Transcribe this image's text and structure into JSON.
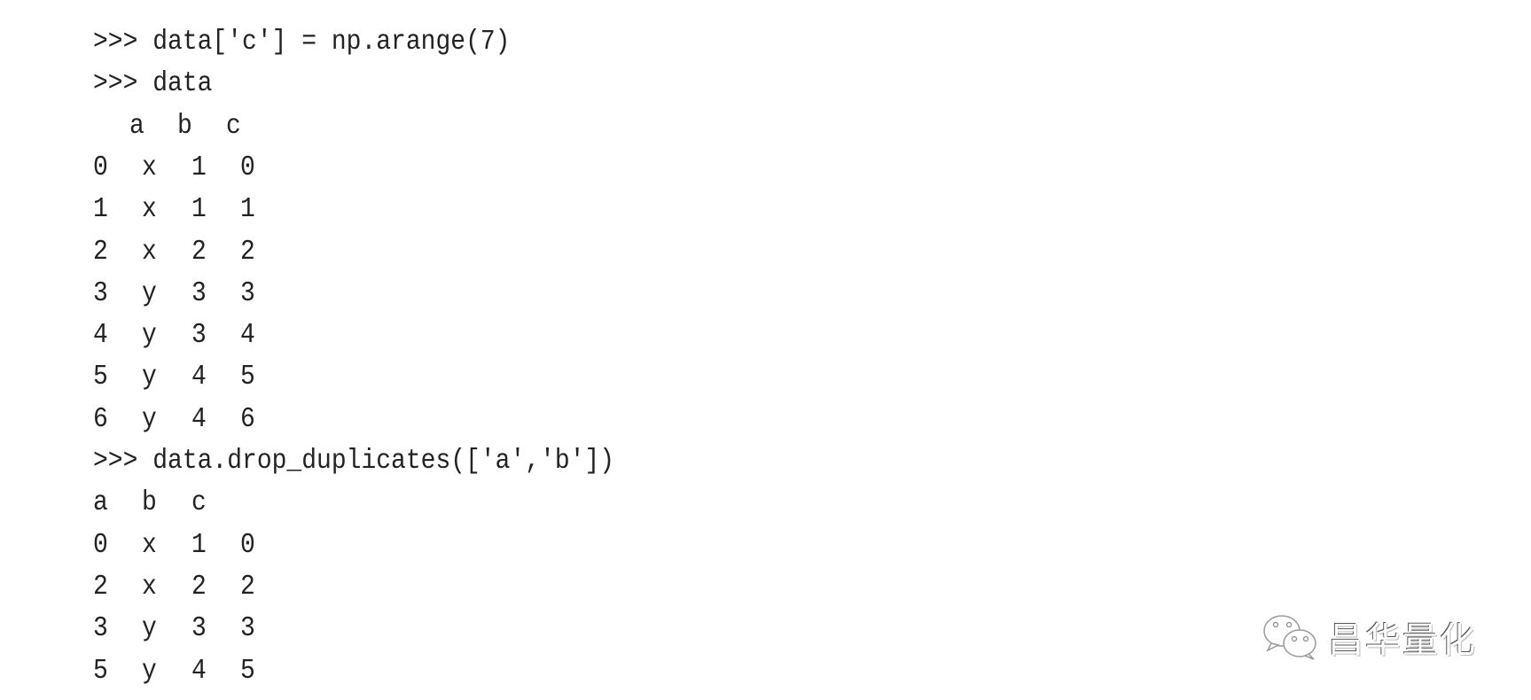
{
  "code": {
    "line1": ">>> data['c'] = np.arange(7)",
    "line2": ">>> data",
    "table1": {
      "columns": [
        "a",
        "b",
        "c"
      ],
      "rows": [
        [
          "0",
          "x",
          "1",
          "0"
        ],
        [
          "1",
          "x",
          "1",
          "1"
        ],
        [
          "2",
          "x",
          "2",
          "2"
        ],
        [
          "3",
          "y",
          "3",
          "3"
        ],
        [
          "4",
          "y",
          "3",
          "4"
        ],
        [
          "5",
          "y",
          "4",
          "5"
        ],
        [
          "6",
          "y",
          "4",
          "6"
        ]
      ]
    },
    "line3": ">>> data.drop_duplicates(['a','b'])",
    "table2": {
      "columns": [
        "a",
        "b",
        "c"
      ],
      "rows": [
        [
          "0",
          "x",
          "1",
          "0"
        ],
        [
          "2",
          "x",
          "2",
          "2"
        ],
        [
          "3",
          "y",
          "3",
          "3"
        ],
        [
          "5",
          "y",
          "4",
          "5"
        ]
      ]
    }
  },
  "watermark": {
    "icon": "wechat-icon",
    "text": "昌华量化"
  }
}
